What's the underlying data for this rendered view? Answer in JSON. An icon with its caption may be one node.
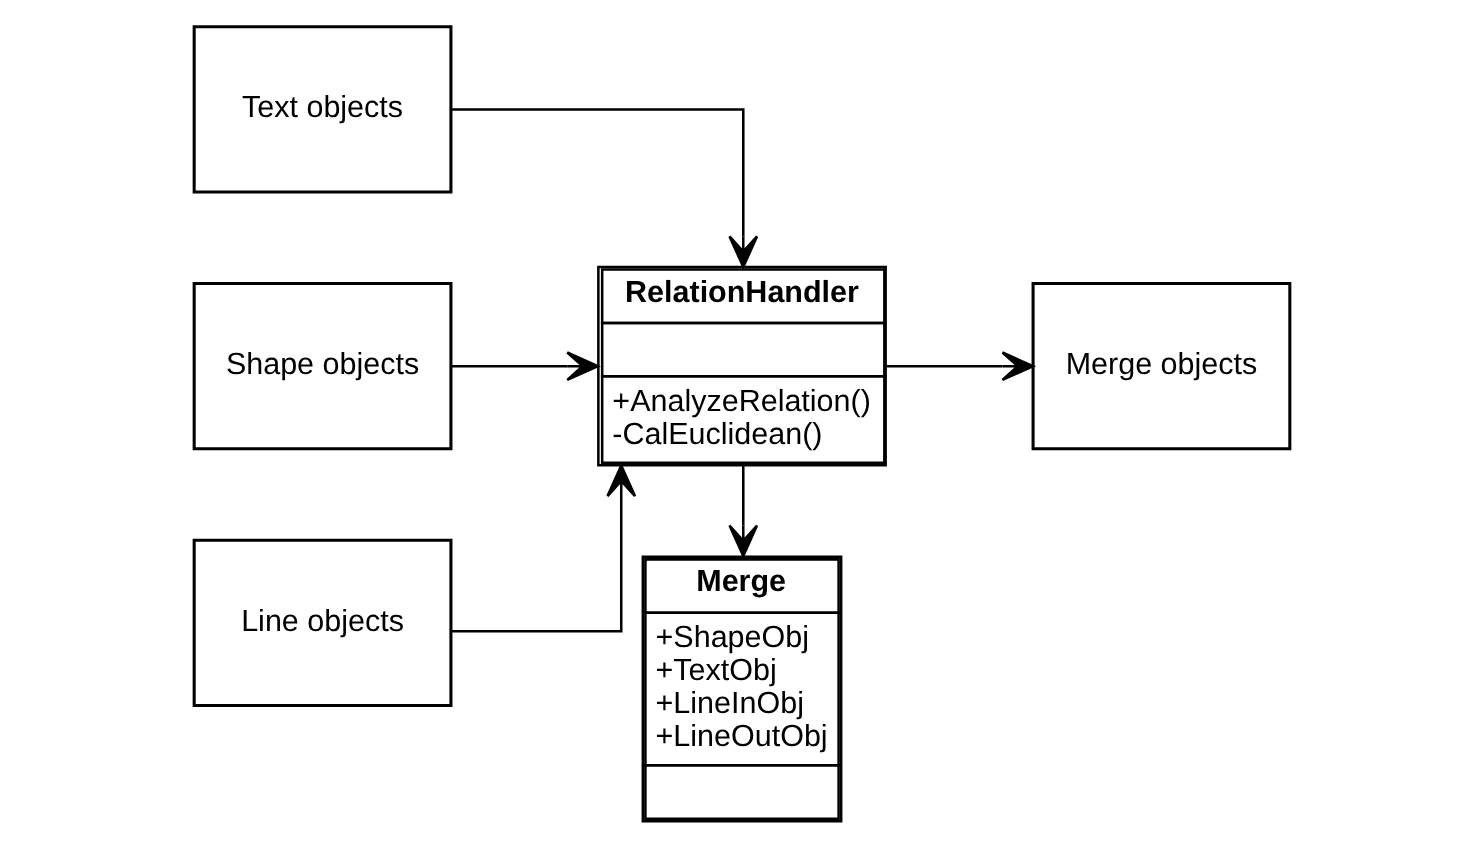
{
  "diagram": {
    "nodes": [
      {
        "text": [
          "Text objects"
        ]
      },
      {
        "text": [
          "Shape objects"
        ]
      },
      {
        "text": [
          "Line objects"
        ]
      },
      {
        "text": [
          "RelationHandler",
          "+AnalyzeRelation()",
          "-CalEuclidean()"
        ]
      },
      {
        "text": [
          "Merge",
          "+ShapeObj",
          "+TextObj",
          "+LineInObj",
          "+LineOutObj"
        ]
      },
      {
        "text": [
          "Merge objects"
        ]
      }
    ],
    "edges": [
      {
        "from": 0,
        "to": 3,
        "arrow": "to"
      },
      {
        "from": 1,
        "to": 3,
        "arrow": "to"
      },
      {
        "from": 2,
        "to": 3,
        "arrow": "to"
      },
      {
        "from": 3,
        "to": 4,
        "arrow": "to"
      },
      {
        "from": 3,
        "to": 5,
        "arrow": "to"
      }
    ]
  }
}
